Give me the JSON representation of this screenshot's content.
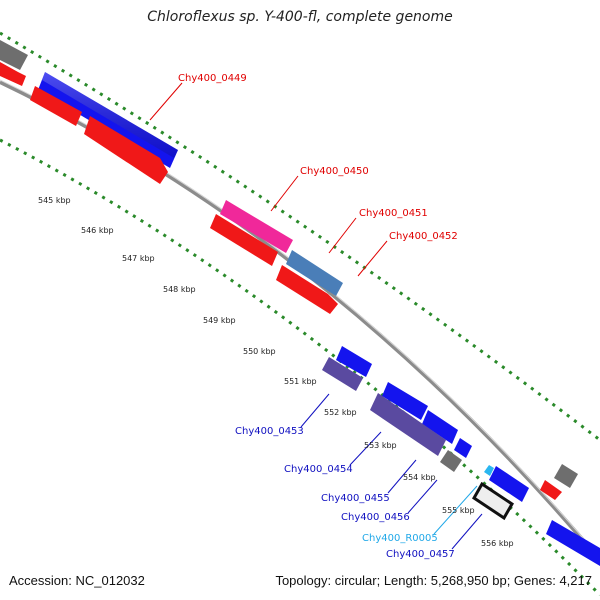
{
  "title": "Chloroflexus sp. Y-400-fl, complete genome",
  "footer": {
    "accession": "Accession: NC_012032",
    "summary": "Topology: circular; Length: 5,268,950 bp; Genes: 4,217"
  },
  "colors": {
    "forward_cds": "#1414ee",
    "reverse_cds": "#f01818",
    "pink_gene": "#f0289a",
    "steel_gene": "#4a7eb8",
    "dark_gene": "#5a4aa0",
    "other_gene": "#6e6e6e",
    "rna_gene": "#2ab6f0",
    "backbone": "#8c8c8c",
    "tick_dots": "#2a8a2a"
  },
  "scale_labels": [
    "545 kbp",
    "546 kbp",
    "547 kbp",
    "548 kbp",
    "549 kbp",
    "550 kbp",
    "551 kbp",
    "552 kbp",
    "553 kbp",
    "554 kbp",
    "555 kbp",
    "556 kbp"
  ],
  "gene_labels": [
    {
      "text": "Chy400_0449",
      "color": "#e00000"
    },
    {
      "text": "Chy400_0450",
      "color": "#e00000"
    },
    {
      "text": "Chy400_0451",
      "color": "#e00000"
    },
    {
      "text": "Chy400_0452",
      "color": "#e00000"
    },
    {
      "text": "Chy400_0453",
      "color": "#1010c0"
    },
    {
      "text": "Chy400_0454",
      "color": "#1010c0"
    },
    {
      "text": "Chy400_0455",
      "color": "#1010c0"
    },
    {
      "text": "Chy400_0456",
      "color": "#1010c0"
    },
    {
      "text": "Chy400_R0005",
      "color": "#20a8e8"
    },
    {
      "text": "Chy400_0457",
      "color": "#1010c0"
    }
  ]
}
